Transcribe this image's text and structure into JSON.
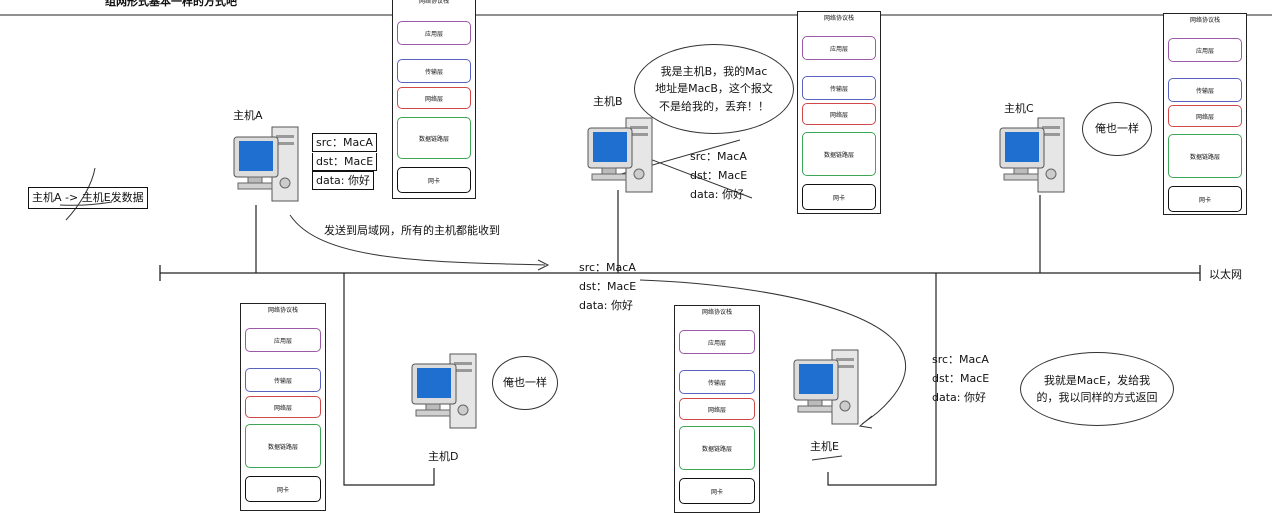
{
  "top_fragment": "组网形式基本一样的方式吧",
  "task_label": "主机A -> 主机E发数据",
  "ethernet_label": "以太网",
  "send_note": "发送到局域网，所有的主机都能收到",
  "stack": {
    "title": "网络协议栈",
    "app": "应用层",
    "transport": "传输层",
    "network": "网络层",
    "datalink": "数据链路层",
    "nic": "网卡"
  },
  "hosts": {
    "a": "主机A",
    "b": "主机B",
    "c": "主机C",
    "d": "主机D",
    "e": "主机E"
  },
  "packet": {
    "src": "src：MacA",
    "dst": "dst：MacE",
    "data": "data: 你好"
  },
  "bubbles": {
    "b": "我是主机B，我的Mac地址是MacB，这个报文不是给我的，丢弃！！",
    "b_lines": [
      "我是主机B，我的Mac",
      "地址是MacB，这个报文",
      "不是给我的，丢弃！！"
    ],
    "c": "俺也一样",
    "d": "俺也一样",
    "e_lines": [
      "我就是MacE，发给我",
      "的，我以同样的方式返回"
    ]
  },
  "colors": {
    "monitor_screen": "#1f6fd0",
    "app_layer": "#9a5aa8",
    "transport_layer": "#5a62c0",
    "network_layer": "#d04848",
    "datalink_layer": "#3ea456"
  }
}
